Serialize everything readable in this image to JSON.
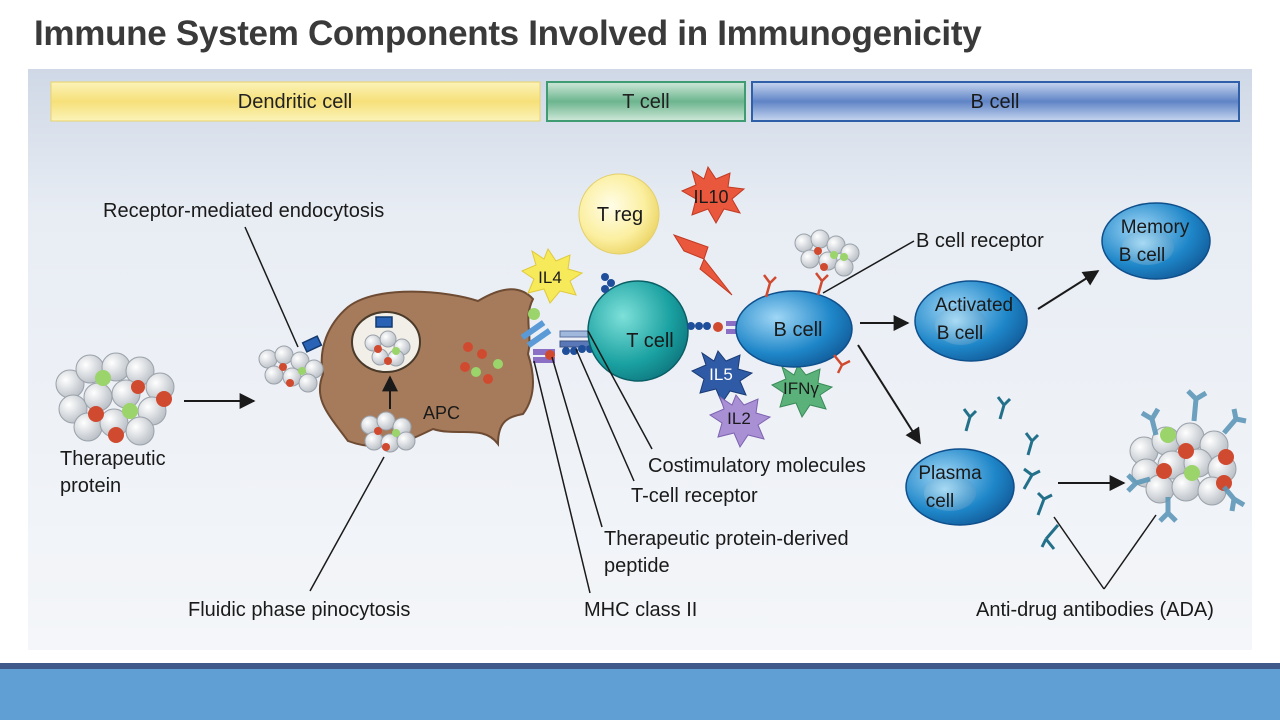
{
  "title": "Immune System Components Involved in Immunogenicity",
  "header_bars": {
    "dendritic": "Dendritic cell",
    "tcell": "T cell",
    "bcell": "B cell"
  },
  "cells": {
    "apc": "APC",
    "tcell": "T cell",
    "treg": "T reg",
    "bcell": "B cell",
    "activated_b_line1": "Activated",
    "activated_b_line2": "B cell",
    "memory_b_line1": "Memory",
    "memory_b_line2": "B cell",
    "plasma_line1": "Plasma",
    "plasma_line2": "cell"
  },
  "cytokines": {
    "il4": "IL4",
    "il10": "IL10",
    "il5": "IL5",
    "il2": "IL2",
    "ifn": "IFNγ"
  },
  "labels": {
    "receptor_endocytosis": "Receptor-mediated endocytosis",
    "therapeutic_line1": "Therapeutic",
    "therapeutic_line2": "protein",
    "pinocytosis": "Fluidic phase pinocytosis",
    "mhc": "MHC class II",
    "peptide_line1": "Therapeutic protein-derived",
    "peptide_line2": "peptide",
    "tcr": "T-cell receptor",
    "costim": "Costimulatory molecules",
    "bcr": "B cell receptor",
    "ada": "Anti-drug antibodies (ADA)"
  },
  "colors": {
    "dendritic_bar": "#f6e27a",
    "tcell_bar": "#3f9b72",
    "bcell_bar": "#2e5fa8",
    "apc_fill": "#a67b5b",
    "tcell_fill": "#1aa1a1",
    "bcell_fill": "#1e86c8",
    "protein_red": "#d04a30",
    "protein_green": "#9ad46a"
  }
}
